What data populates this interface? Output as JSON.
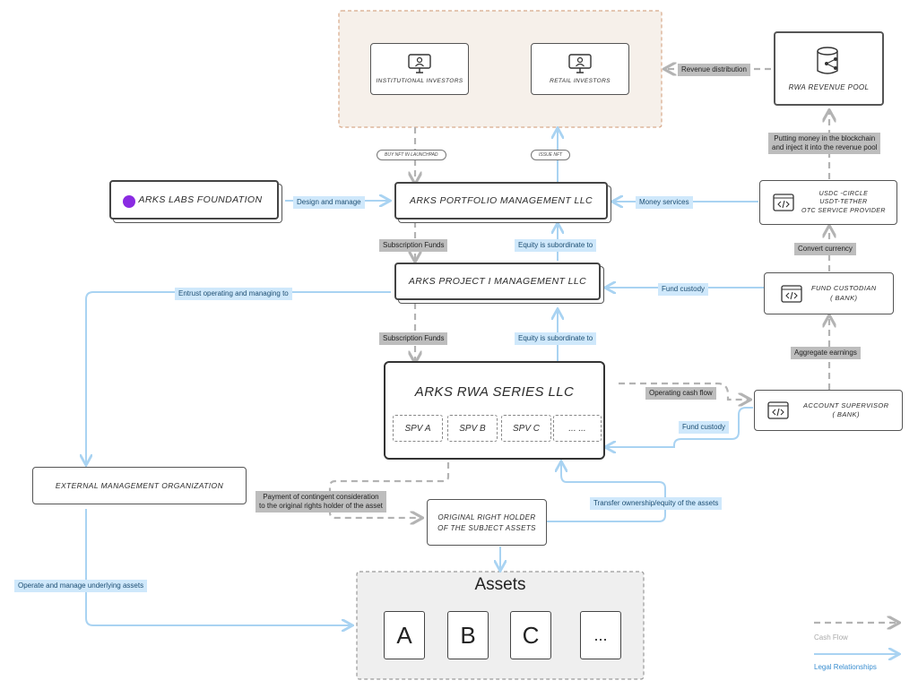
{
  "investors": {
    "institutional": "INSTITUTIONAL INVESTORS",
    "retail": "RETAIL INVESTORS"
  },
  "revenue_pool": "RWA REVENUE POOL",
  "foundation": "ARKS  LABS FOUNDATION",
  "portfolio": "ARKS  PORTFOLIO MANAGEMENT LLC",
  "project": "ARKS  PROJECT I MANAGEMENT LLC",
  "series": {
    "title": "ARKS RWA SERIES LLC",
    "spvs": [
      "SPV A",
      "SPV B",
      "SPV C",
      "... ..."
    ]
  },
  "usdc": {
    "line1": "USDC -CIRCLE",
    "line2": "USDT-TETHER",
    "line3": "OTC SERVICE PROVIDER"
  },
  "custodian": {
    "line1": "FUND CUSTODIAN",
    "line2": "( BANK)"
  },
  "supervisor": {
    "line1": "ACCOUNT SUPERVISOR",
    "line2": "( BANK)"
  },
  "external": "EXTERNAL MANAGEMENT ORGANIZATION",
  "holder": {
    "line1": "ORIGINAL RIGHT HOLDER",
    "line2": "OF THE SUBJECT ASSETS"
  },
  "assets": {
    "title": "Assets",
    "items": [
      "A",
      "B",
      "C",
      "..."
    ]
  },
  "pills": {
    "buy": "BUY NFT IN LAUNCHPAD",
    "issue": "ISSUE NFT"
  },
  "labels": {
    "revenue_distribution": "Revenue distribution",
    "putting_money_1": "Putting money in the blockchain",
    "putting_money_2": "and inject it into the revenue pool",
    "design_manage": "Design and manage",
    "money_services": "Money services",
    "convert_currency": "Convert currency",
    "subscription_1": "Subscription Funds",
    "equity_1": "Equity is subordinate to",
    "entrust": "Entrust operating and managing to",
    "fund_custody_1": "Fund custody",
    "subscription_2": "Subscription Funds",
    "equity_2": "Equity is subordinate to",
    "aggregate": "Aggregate earnings",
    "operating_cash": "Operating cash flow",
    "fund_custody_2": "Fund custody",
    "payment_1": "Payment of contingent consideration",
    "payment_2": "to the original rights holder of the asset",
    "transfer": "Transfer ownership/equity of the assets",
    "operate": "Operate and manage underlying assets"
  },
  "legend": {
    "cash_flow": "Cash Flow",
    "legal": "Legal Relationships"
  },
  "colors": {
    "cash": "#b3b3b3",
    "legal": "#a9d3f2",
    "purple": "#8a2be2",
    "investor_bg": "#f6f0ea",
    "investor_border": "#d8a98a"
  }
}
